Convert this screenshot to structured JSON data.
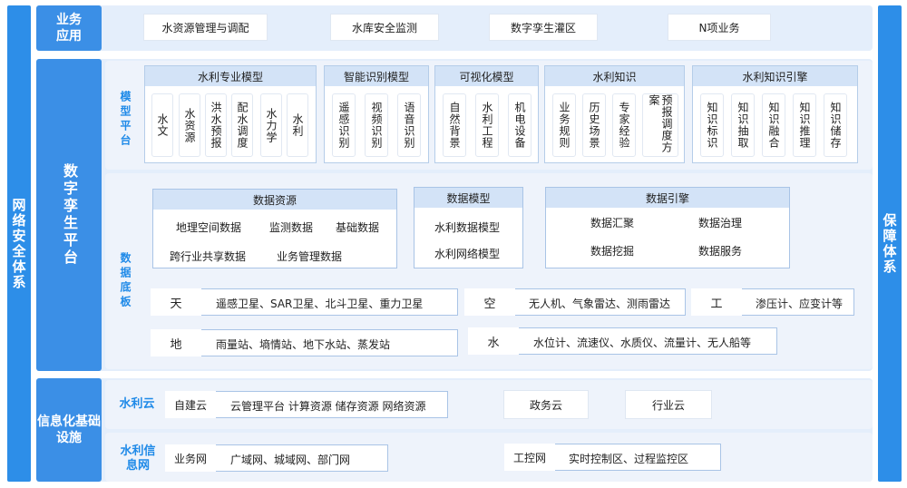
{
  "left_bar": "网络安全体系",
  "right_bar": "保障体系",
  "business": {
    "label": "业务应用",
    "items": [
      "水资源管理与调配",
      "水库安全监测",
      "数字孪生灌区",
      "N项业务"
    ]
  },
  "twin": {
    "label": "数字孪生平台",
    "model_label": "模型平台",
    "groups": [
      {
        "title": "水利专业模型",
        "cells": [
          "水文",
          "水资源",
          "洪水预报",
          "配水调度",
          "水力学",
          "水利"
        ]
      },
      {
        "title": "智能识别模型",
        "cells": [
          "遥感识别",
          "视频识别",
          "语音识别"
        ]
      },
      {
        "title": "可视化模型",
        "cells": [
          "自然背景",
          "水利工程",
          "机电设备"
        ]
      },
      {
        "title": "水利知识",
        "cells": [
          "业务规则",
          "历史场景",
          "专家经验",
          "预报调度方案"
        ]
      },
      {
        "title": "水利知识引擎",
        "cells": [
          "知识标识",
          "知识抽取",
          "知识融合",
          "知识推理",
          "知识储存"
        ]
      }
    ],
    "data_label": "数据底板",
    "data_resources": {
      "title": "数据资源",
      "items": [
        "地理空间数据",
        "监测数据",
        "基础数据",
        "跨行业共享数据",
        "业务管理数据"
      ]
    },
    "data_model": {
      "title": "数据模型",
      "items": [
        "水利数据模型",
        "水利网络模型"
      ]
    },
    "data_engine": {
      "title": "数据引擎",
      "items": [
        "数据汇聚",
        "数据治理",
        "数据挖掘",
        "数据服务"
      ]
    },
    "sensing": [
      {
        "key": "天",
        "value": "遥感卫星、SAR卫星、北斗卫星、重力卫星"
      },
      {
        "key": "空",
        "value": "无人机、气象雷达、测雨雷达"
      },
      {
        "key": "工",
        "value": "渗压计、应变计等"
      },
      {
        "key": "地",
        "value": "雨量站、墒情站、地下水站、蒸发站"
      },
      {
        "key": "水",
        "value": "水位计、流速仪、水质仪、流量计、无人船等"
      }
    ]
  },
  "infra": {
    "label": "信息化基础设施",
    "cloud_label": "水利云",
    "cloud_key": "自建云",
    "cloud_value": "云管理平台  计算资源  储存资源  网络资源",
    "gov_cloud": "政务云",
    "industry_cloud": "行业云",
    "net_label": "水利信息网",
    "biz_key": "业务网",
    "biz_value": "广域网、城域网、部门网",
    "ctrl_key": "工控网",
    "ctrl_value": "实时控制区、过程监控区"
  }
}
